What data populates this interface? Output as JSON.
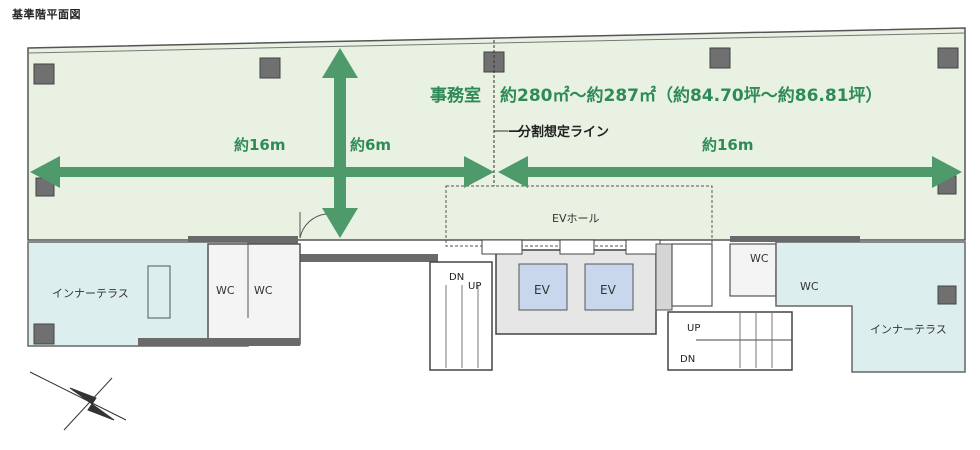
{
  "title": "基準階平面図",
  "office": {
    "label": "事務室",
    "area": "約280㎡～約287㎡（約84.70坪～約86.81坪）",
    "split_line_label": "分割想定ライン"
  },
  "dimensions": {
    "left_width": "約16m",
    "depth": "約6m",
    "right_width": "約16m"
  },
  "ev_hall": {
    "label": "EVホール"
  },
  "elevators": [
    "EV",
    "EV"
  ],
  "terraces": {
    "left": "インナーテラス",
    "right": "インナーテラス"
  },
  "wc": [
    "WC",
    "WC",
    "WC",
    "WC"
  ],
  "stairs": {
    "left_dn": "DN",
    "left_up": "UP",
    "right_up": "UP",
    "right_dn": "DN"
  },
  "colors": {
    "office_fill": "#e9f1e3",
    "terrace_fill": "#dcefee",
    "arrow": "#4e9a6b",
    "label_green": "#2e8b57",
    "column": "#6f6f6f",
    "ev_fill": "#c9d7ec"
  }
}
